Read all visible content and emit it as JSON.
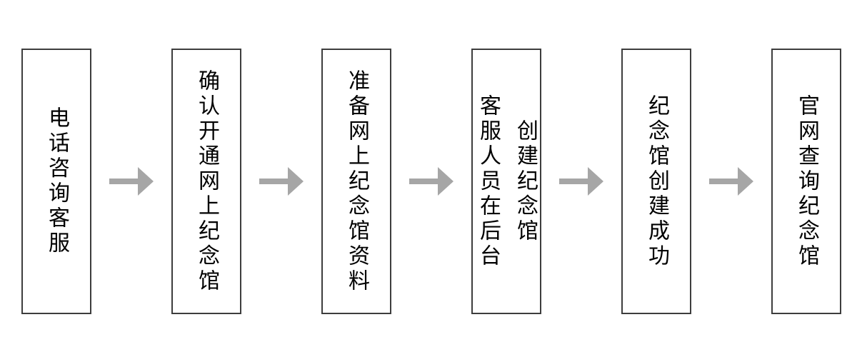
{
  "flowchart": {
    "title": "",
    "steps": [
      {
        "id": 1,
        "lines": [
          "电话咨询客服"
        ]
      },
      {
        "id": 2,
        "lines": [
          "确认开通网上纪念馆"
        ]
      },
      {
        "id": 3,
        "lines": [
          "准备网上纪念馆资料"
        ]
      },
      {
        "id": 4,
        "lines": [
          "客服人员在后台",
          "创建纪念馆"
        ]
      },
      {
        "id": 5,
        "lines": [
          "纪念馆创建成功"
        ]
      },
      {
        "id": 6,
        "lines": [
          "官网查询纪念馆"
        ]
      }
    ],
    "colors": {
      "box_border": "#3d3d3d",
      "box_fill": "#ffffff",
      "text": "#000000",
      "arrow": "#a6a6a6",
      "background": "#ffffff"
    }
  }
}
